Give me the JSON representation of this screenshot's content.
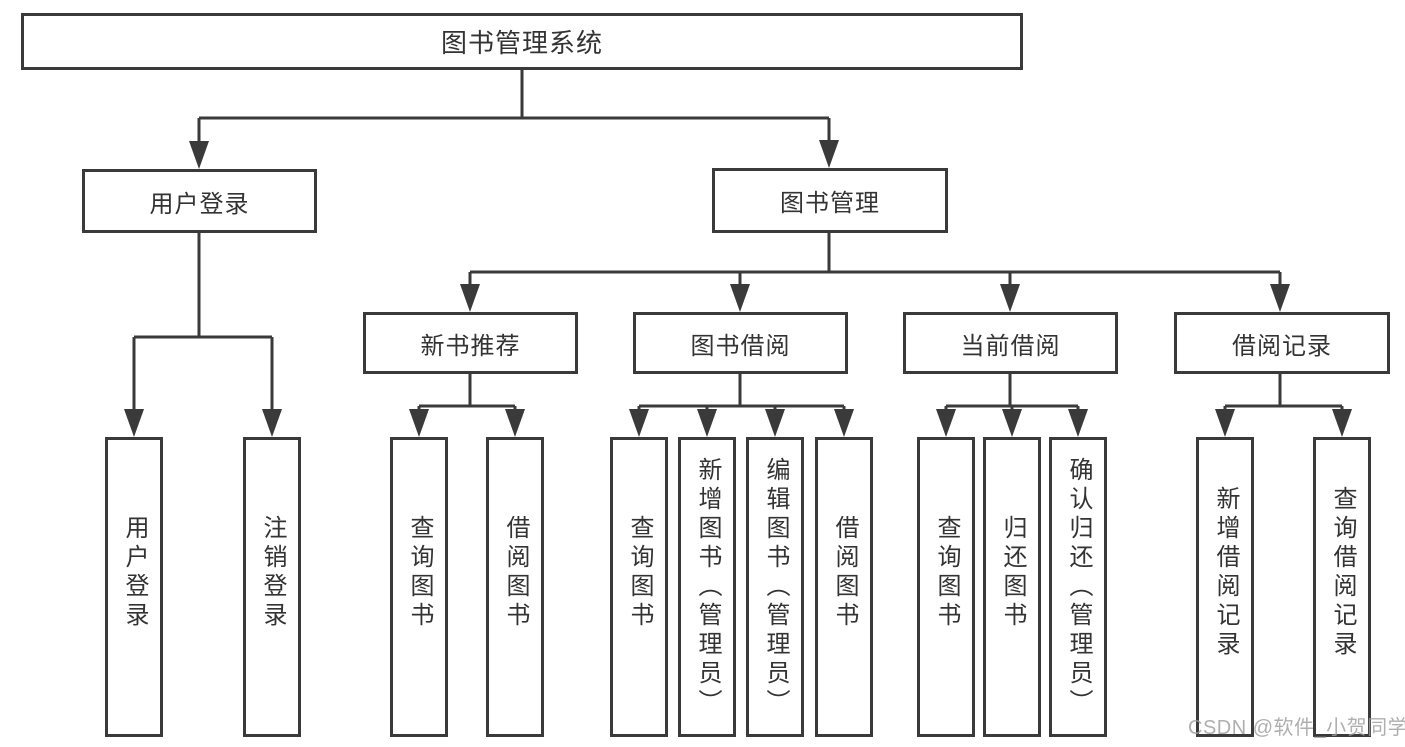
{
  "colors": {
    "line": "#3a3a3a",
    "text": "#333333",
    "background": "#ffffff",
    "watermark": "#9e9e9e"
  },
  "tree": {
    "label": "图书管理系统",
    "children": [
      {
        "label": "用户登录",
        "children": [
          {
            "label": "用户登录"
          },
          {
            "label": "注销登录"
          }
        ]
      },
      {
        "label": "图书管理",
        "children": [
          {
            "label": "新书推荐",
            "children": [
              {
                "label": "查询图书"
              },
              {
                "label": "借阅图书"
              }
            ]
          },
          {
            "label": "图书借阅",
            "children": [
              {
                "label": "查询图书"
              },
              {
                "label": "新增图书（管理员）"
              },
              {
                "label": "编辑图书（管理员）"
              },
              {
                "label": "借阅图书"
              }
            ]
          },
          {
            "label": "当前借阅",
            "children": [
              {
                "label": "查询图书"
              },
              {
                "label": "归还图书"
              },
              {
                "label": "确认归还（管理员）"
              }
            ]
          },
          {
            "label": "借阅记录",
            "children": [
              {
                "label": "新增借阅记录"
              },
              {
                "label": "查询借阅记录"
              }
            ]
          }
        ]
      }
    ]
  },
  "watermark": "CSDN @软件_小贺同学"
}
